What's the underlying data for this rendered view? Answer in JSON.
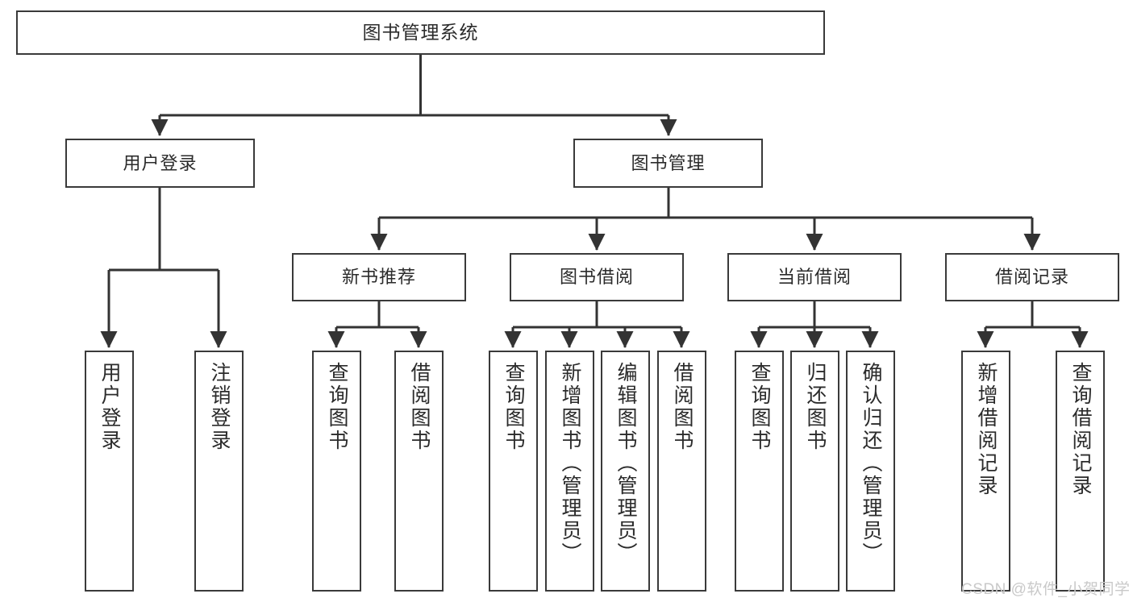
{
  "diagram": {
    "type": "tree",
    "title": "图书管理系统",
    "watermark": "CSDN @软件_小贺同学",
    "colors": {
      "background": "#ffffff",
      "border": "#3a3a3a",
      "text": "#2b2b2b",
      "connector": "#333333",
      "watermark": "#c9c9c9"
    },
    "levels": {
      "root": "图书管理系统",
      "level2": [
        "用户登录",
        "图书管理"
      ],
      "level3": [
        "新书推荐",
        "图书借阅",
        "当前借阅",
        "借阅记录"
      ]
    },
    "nodes": {
      "root": {
        "label": "图书管理系统"
      },
      "user_login": {
        "label": "用户登录"
      },
      "book_manage": {
        "label": "图书管理"
      },
      "new_book_rec": {
        "label": "新书推荐"
      },
      "book_borrow": {
        "label": "图书借阅"
      },
      "current_borrow": {
        "label": "当前借阅"
      },
      "borrow_record": {
        "label": "借阅记录"
      }
    },
    "leaves": {
      "user_login": [
        {
          "label": "用户登录"
        },
        {
          "label": "注销登录"
        }
      ],
      "new_book_rec": [
        {
          "label": "查询图书"
        },
        {
          "label": "借阅图书"
        }
      ],
      "book_borrow": [
        {
          "label": "查询图书"
        },
        {
          "label": "新增图书（管理员）"
        },
        {
          "label": "编辑图书（管理员）"
        },
        {
          "label": "借阅图书"
        }
      ],
      "current_borrow": [
        {
          "label": "查询图书"
        },
        {
          "label": "归还图书"
        },
        {
          "label": "确认归还（管理员）"
        }
      ],
      "borrow_record": [
        {
          "label": "新增借阅记录"
        },
        {
          "label": "查询借阅记录"
        }
      ]
    }
  }
}
